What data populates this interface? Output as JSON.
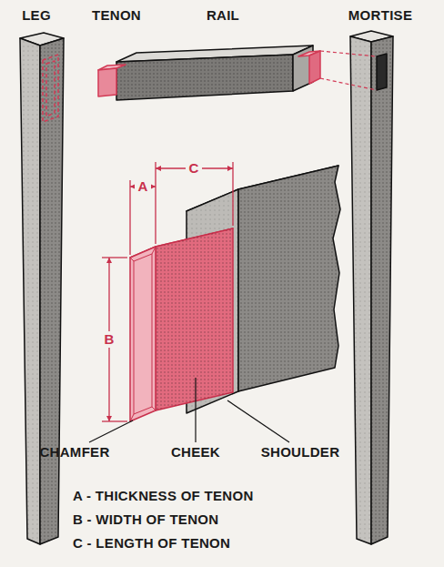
{
  "diagram": {
    "labels": [
      "LEG",
      "TENON",
      "RAIL",
      "MORTISE",
      "C",
      "A",
      "B",
      "CHAMFER",
      "CHEEK",
      "SHOULDER",
      "A - THICKNESS OF TENON",
      "B - WIDTH OF TENON",
      "C - LENGTH OF TENON"
    ]
  }
}
